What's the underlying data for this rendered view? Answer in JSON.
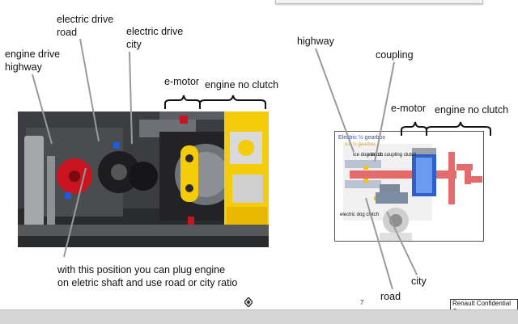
{
  "slide": {
    "labels": {
      "engine_drive_highway": "engine drive highway",
      "electric_drive_road": "electric drive road",
      "electric_drive_city": "electric drive city",
      "e_motor_left": "e-motor",
      "engine_no_clutch_left": "engine no clutch",
      "highway": "highway",
      "coupling": "coupling",
      "e_motor_right": "e-motor",
      "engine_no_clutch_right": "engine no clutch",
      "city": "city",
      "road": "road",
      "caption_line1": "with this position you can plug engine",
      "caption_line2": "on eletric shaft and use  road or city ratio"
    },
    "diagram_labels": {
      "electric_gearbox": "Electric ½ gearbox",
      "ice_gearbox": "Ice ½ gearbox",
      "ice_dog_clutch": "Ice dog clutch",
      "electric_coupling_clutch": "electric coupling clutch",
      "electric_dog_clutch": "electric dog clutch"
    },
    "footer": {
      "page_number": "7",
      "confidential": "Renault  Confidential C"
    }
  },
  "colors": {
    "diagram_red": "#e36b6b",
    "diagram_blue": "#3d6fd6",
    "diagram_yellow": "#f2c21a",
    "lego_red": "#c8141e",
    "lego_yellow": "#f5cc0a"
  }
}
